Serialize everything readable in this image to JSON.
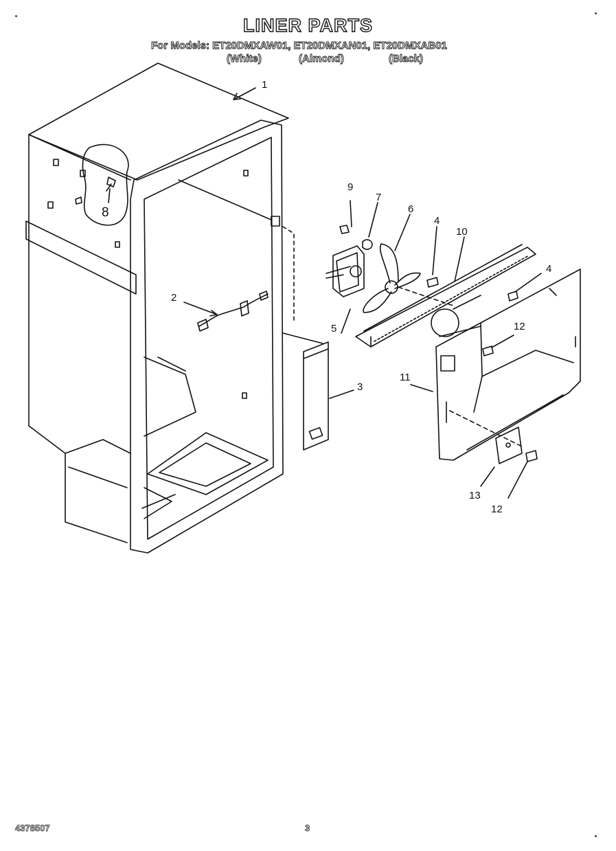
{
  "header": {
    "title": "LINER PARTS",
    "models": "For Models: ET20DMXAW01, ET20DMXAN01, ET20DMXAB01",
    "colors": [
      "(White)",
      "(Almond)",
      "(Black)"
    ]
  },
  "callouts": {
    "c1": "1",
    "c2": "2",
    "c3": "3",
    "c4a": "4",
    "c4b": "4",
    "c5": "5",
    "c6": "6",
    "c7": "7",
    "c8": "8",
    "c9": "9",
    "c10": "10",
    "c11": "11",
    "c12a": "12",
    "c12b": "12",
    "c13": "13"
  },
  "footer": {
    "doc_number": "4378507",
    "page_number": "3"
  }
}
